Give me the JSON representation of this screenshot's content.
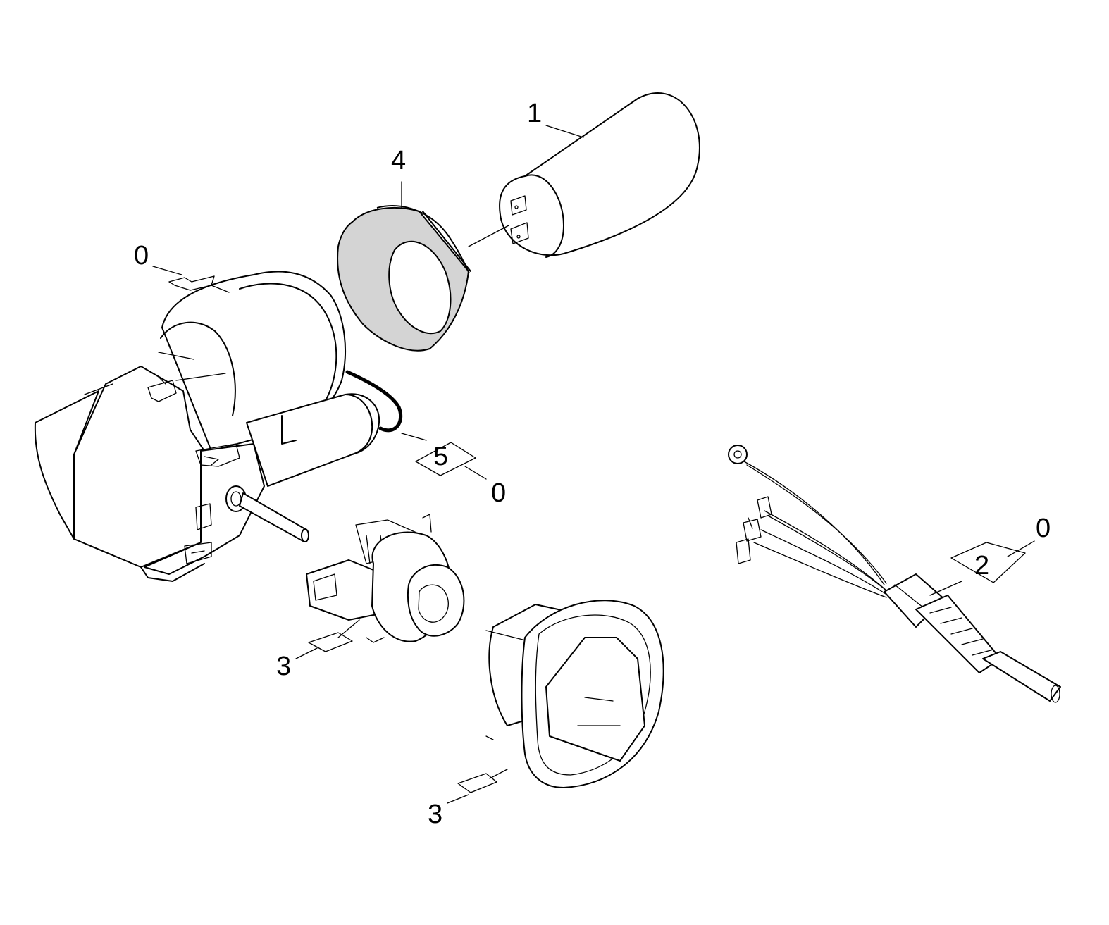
{
  "callouts": {
    "part1": "1",
    "part4": "4",
    "motor_group": "0",
    "gasket_5": "5",
    "gasket_group": "0",
    "cable_group": "0",
    "cable_2": "2",
    "connector_3": "3",
    "knob_3": "3"
  }
}
